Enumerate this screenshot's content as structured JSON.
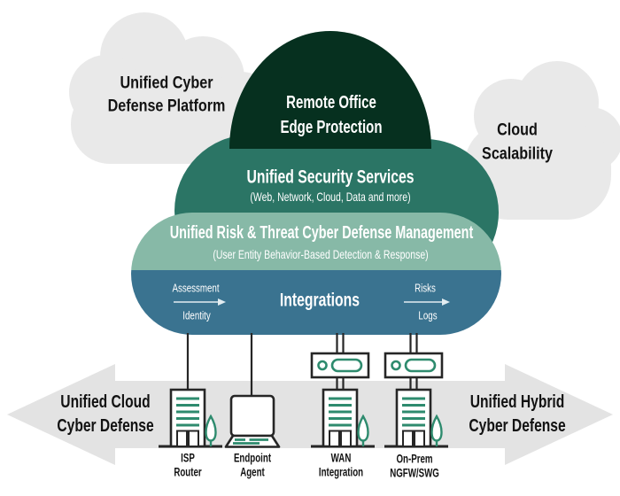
{
  "colors": {
    "dome": "#06301f",
    "security_band": "#2b7565",
    "risk_band": "#87b9a7",
    "integration_band": "#3a7390",
    "cloud_gray": "#e9e9e9",
    "arrow_gray": "#e3e3e3",
    "icon_green": "#2e8b6e",
    "icon_outline": "#262626",
    "text_dark": "#121212",
    "text_light": "#ffffff"
  },
  "side_clouds": {
    "left": {
      "line1": "Unified Cyber",
      "line2": "Defense Platform"
    },
    "right": {
      "line1": "Cloud",
      "line2": "Scalability"
    }
  },
  "central_cloud": {
    "dome": {
      "line1": "Remote Office",
      "line2": "Edge Protection"
    },
    "security": {
      "title": "Unified Security Services",
      "subtitle": "(Web, Network, Cloud, Data and more)"
    },
    "risk": {
      "title": "Unified Risk & Threat Cyber Defense Management",
      "subtitle": "(User Entity Behavior-Based Detection & Response)"
    },
    "integrations": {
      "title": "Integrations",
      "left_flow": {
        "top": "Assessment",
        "bottom": "Identity"
      },
      "right_flow": {
        "top": "Risks",
        "bottom": "Logs"
      }
    }
  },
  "bottom_arrow": {
    "left": {
      "line1": "Unified Cloud",
      "line2": "Cyber Defense"
    },
    "right": {
      "line1": "Unified Hybrid",
      "line2": "Cyber Defense"
    }
  },
  "devices": [
    {
      "line1": "ISP",
      "line2": "Router"
    },
    {
      "line1": "Endpoint",
      "line2": "Agent"
    },
    {
      "line1": "WAN",
      "line2": "Integration"
    },
    {
      "line1": "On-Prem",
      "line2": "NGFW/SWG"
    }
  ]
}
